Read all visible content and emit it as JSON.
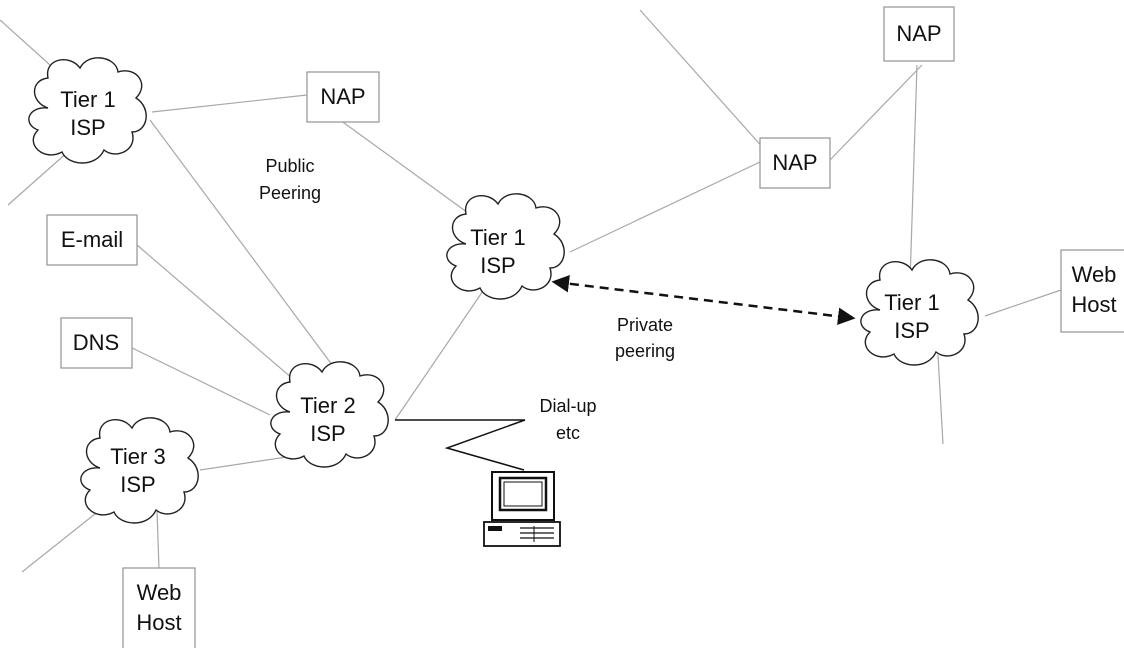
{
  "nodes": {
    "isp_tier1_left": {
      "line1": "Tier 1",
      "line2": "ISP"
    },
    "isp_tier1_center": {
      "line1": "Tier 1",
      "line2": "ISP"
    },
    "isp_tier1_right": {
      "line1": "Tier 1",
      "line2": "ISP"
    },
    "isp_tier2": {
      "line1": "Tier 2",
      "line2": "ISP"
    },
    "isp_tier3": {
      "line1": "Tier 3",
      "line2": "ISP"
    },
    "nap_top_left": {
      "label": "NAP"
    },
    "nap_middle": {
      "label": "NAP"
    },
    "nap_top_right": {
      "label": "NAP"
    },
    "email_server": {
      "label": "E-mail"
    },
    "dns_server": {
      "label": "DNS"
    },
    "web_host_right": {
      "line1": "Web",
      "line2": "Host"
    },
    "web_host_bottom": {
      "line1": "Web",
      "line2": "Host"
    }
  },
  "annotations": {
    "public_peering": {
      "line1": "Public",
      "line2": "Peering"
    },
    "private_peering": {
      "line1": "Private",
      "line2": "peering"
    },
    "dialup": {
      "line1": "Dial-up",
      "line2": "etc"
    }
  },
  "icons": {
    "computer": "desktop-computer-icon"
  },
  "colors": {
    "link_line": "#a8a8a8",
    "box_border": "#9a9a9a",
    "cloud_outline": "#222222",
    "private_link": "#111111"
  }
}
